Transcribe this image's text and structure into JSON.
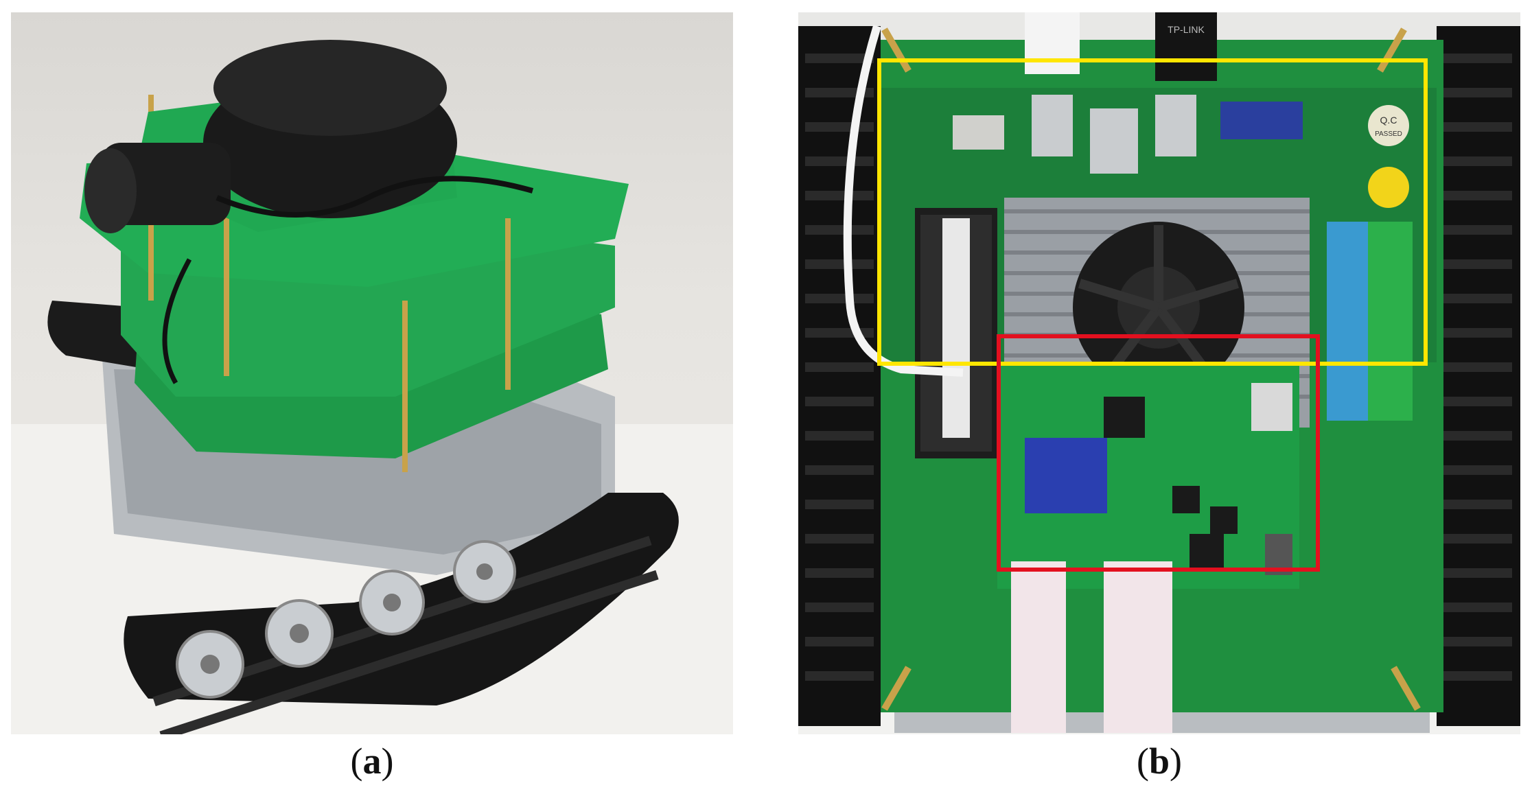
{
  "figure": {
    "panels": [
      {
        "id": "a",
        "caption": "a",
        "description_icon": "tracked-robot-photo"
      },
      {
        "id": "b",
        "caption": "b",
        "description_icon": "circuit-boards-top-view-photo",
        "highlight_colors": {
          "main_board_box": "#ffe600",
          "control_board_box": "#e3101f"
        },
        "visible_board_text": {
          "qc_label": "Q.C",
          "passed_label": "PASSED",
          "wifi_dongle_brand": "TP-LINK"
        }
      }
    ]
  }
}
